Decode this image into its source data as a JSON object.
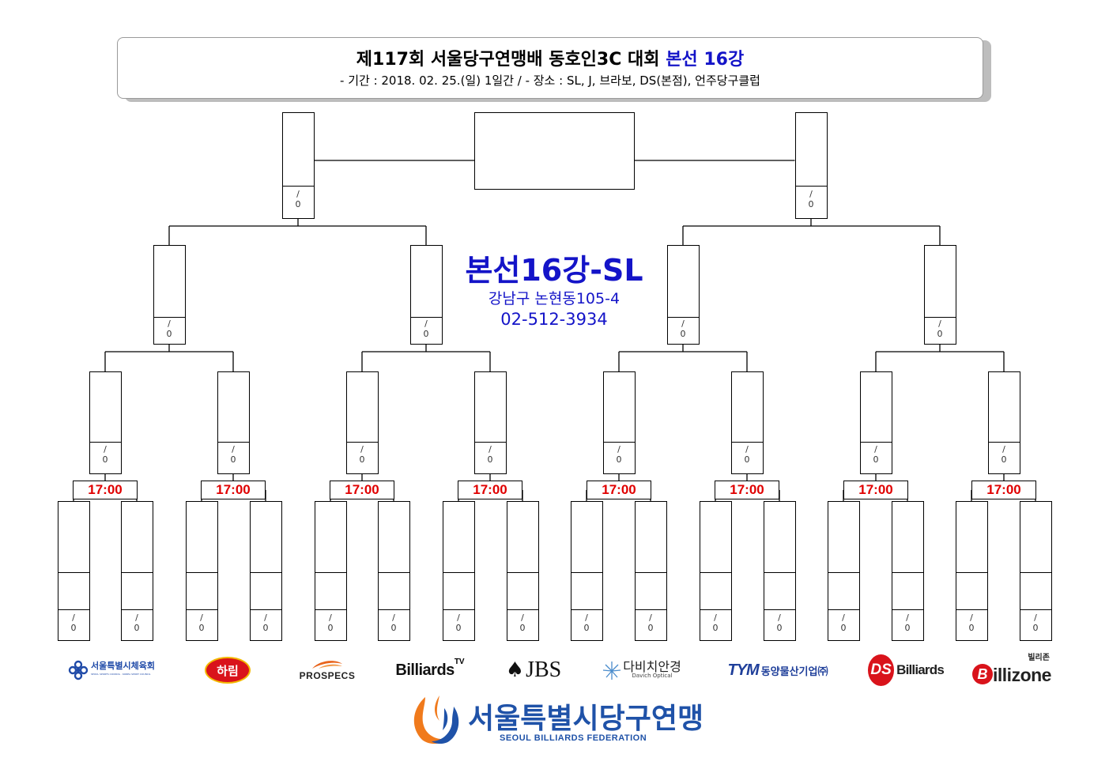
{
  "header": {
    "title_main": "제117회 서울당구연맹배 동호인3C 대회",
    "title_highlight": "본선 16강",
    "subtitle": "- 기간 : 2018. 02. 25.(일) 1일간 / - 장소 : SL, J, 브라보, DS(본점), 언주당구클럽"
  },
  "venue": {
    "name": "본선16강-SL",
    "address": "강남구 논현동105-4",
    "phone": "02-512-3934"
  },
  "match_score_label": "/\n0",
  "match_times": [
    "17:00",
    "17:00",
    "17:00",
    "17:00",
    "17:00",
    "17:00",
    "17:00",
    "17:00"
  ],
  "sponsors": [
    {
      "name": "서울특별시체육회",
      "sub": "SEOUL SPORTS COUNCIL · KOREA SPORT COUNCIL",
      "icon": "flower-emblem-icon",
      "color": "#1f4aa8"
    },
    {
      "name": "하림",
      "icon": "harim-badge-icon",
      "color": "#d9131b"
    },
    {
      "name": "PROSPECS",
      "icon": "prospecs-swoosh-icon",
      "color": "#e8641c"
    },
    {
      "name": "Billiards",
      "sup": "TV",
      "icon": "billiards-tv-logo",
      "color": "#111111"
    },
    {
      "name": "JBS",
      "icon": "spade-icon",
      "color": "#111111"
    },
    {
      "name": "다비치안경",
      "sub": "Davich Optical",
      "icon": "starburst-icon",
      "color": "#222222"
    },
    {
      "name": "동양물산기업㈜",
      "mark": "TYM",
      "icon": "tym-logo",
      "color": "#1f3f9a"
    },
    {
      "name": "Billiards",
      "mark": "DS",
      "icon": "ds-circle-icon",
      "color": "#d9131b"
    },
    {
      "name": "illizone",
      "mark": "B",
      "small": "빌리존",
      "icon": "billizone-circle-icon",
      "color": "#d9131b"
    }
  ],
  "federation": {
    "name_ko": "서울특별시당구연맹",
    "name_en": "SEOUL BILLIARDS FEDERATION",
    "colors": {
      "orange": "#f07a1c",
      "blue": "#1f52a8"
    }
  }
}
